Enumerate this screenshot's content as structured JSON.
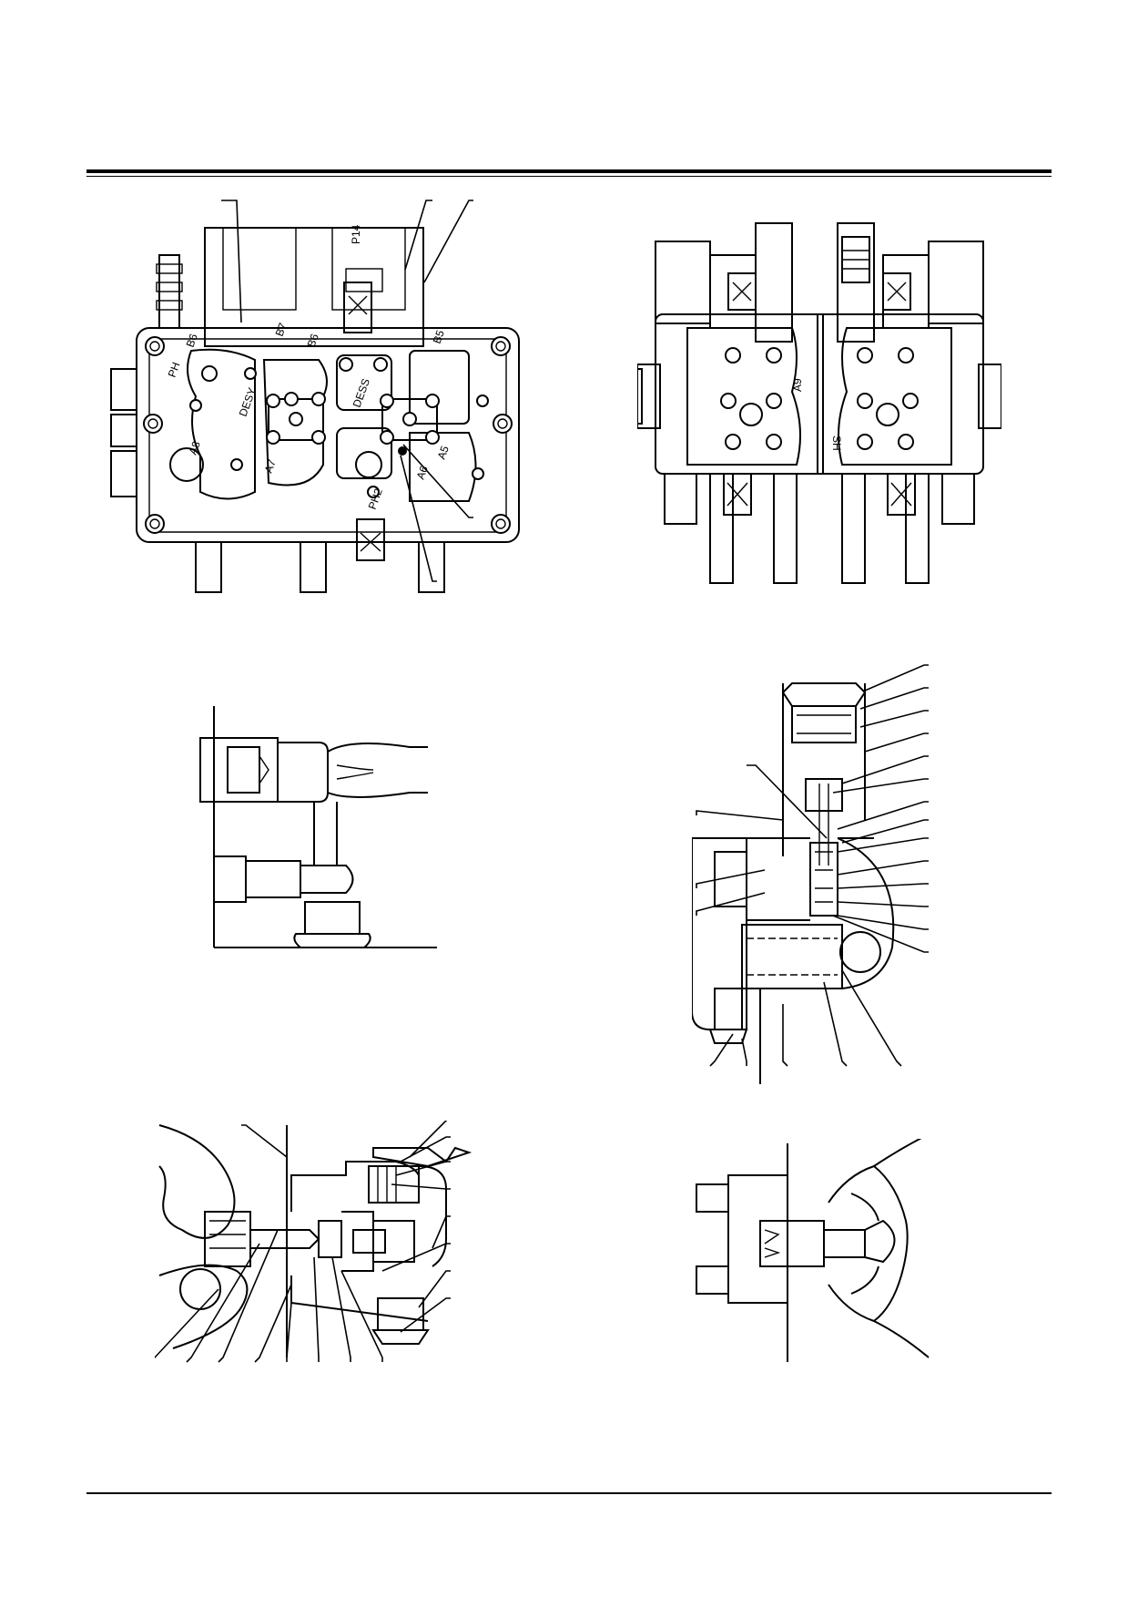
{
  "page": {
    "background": "#ffffff",
    "ink": "#000000"
  },
  "views": {
    "front_view": {
      "port_labels": [
        "P14",
        "B6",
        "PH",
        "B7",
        "B6",
        "DESY",
        "B5",
        "DESS",
        "A8",
        "A7",
        "PH2",
        "A6",
        "A5"
      ]
    },
    "side_view": {
      "port_labels": [
        "A9",
        "SH"
      ]
    },
    "pipe_detail": {},
    "relief_valve_section": {},
    "check_valve_section": {},
    "plug_section": {}
  }
}
